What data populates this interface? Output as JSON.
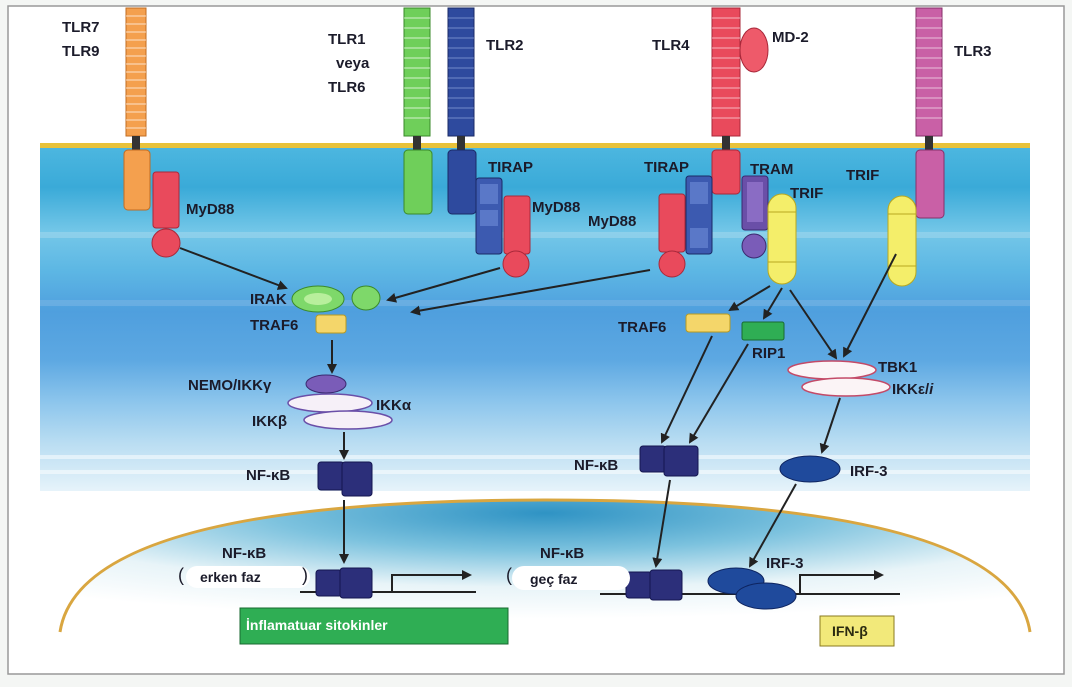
{
  "receptors": {
    "tlr7": "TLR7",
    "tlr9": "TLR9",
    "tlr1": "TLR1",
    "veya": "veya",
    "tlr6": "TLR6",
    "tlr2": "TLR2",
    "tlr4": "TLR4",
    "md2": "MD-2",
    "tlr3": "TLR3"
  },
  "adaptors": {
    "myd88_left": "MyD88",
    "tirap_tlr2": "TIRAP",
    "myd88_tlr2": "MyD88",
    "tirap_tlr4": "TIRAP",
    "myd88_tlr4": "MyD88",
    "tram": "TRAM",
    "trif_tlr4": "TRIF",
    "trif_tlr3": "TRIF"
  },
  "kinases": {
    "irak": "IRAK",
    "traf6_left": "TRAF6",
    "nemo": "NEMO/IKKγ",
    "ikka": "IKKα",
    "ikkb": "IKKβ",
    "traf6_right": "TRAF6",
    "rip1": "RIP1",
    "tbk1": "TBK1",
    "ikke": "IKKε/",
    "ikke_i": "i"
  },
  "transcription": {
    "nfkb_left": "NF-κB",
    "nfkb_mid": "NF-κB",
    "irf3_cyto": "IRF-3",
    "nfkb_nuc_left": "NF-κB",
    "erken_faz": "erken faz",
    "nfkb_nuc_mid": "NF-κB",
    "gec_faz": "geç faz",
    "irf3_nuc": "IRF-3"
  },
  "outputs": {
    "inflammatory": "İnflamatuar sitokinler",
    "ifn": "IFN-β"
  },
  "colors": {
    "membrane_line": "#e8c23a",
    "cytoplasm": "#5fc4e6",
    "nucleus_line": "#d9a640",
    "tlr7_9": "#f4a04e",
    "tlr1_6": "#6fcf5a",
    "tlr2": "#2e4a9e",
    "tlr4": "#e94a5c",
    "tlr3": "#c960a6",
    "myd88": "#e94a5c",
    "trif": "#f4ee6a",
    "nfkb": "#2c2f7a",
    "irf3": "#1f4a9c",
    "inflammatory_box": "#2fae54",
    "ifn_box": "#f2e97a"
  }
}
